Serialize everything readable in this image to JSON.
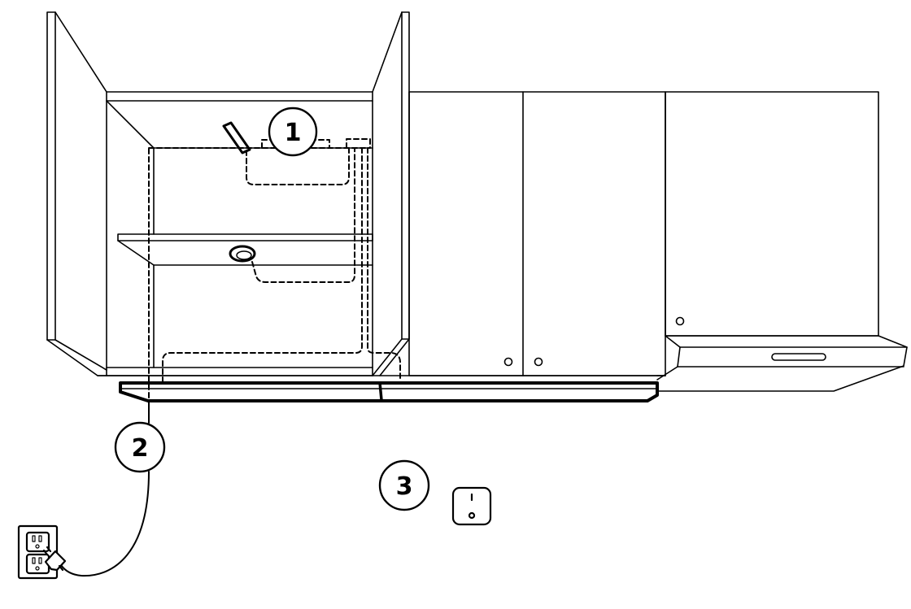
{
  "diagram": {
    "type": "installation-illustration",
    "subject": "under-cabinet lighting installation",
    "colors": {
      "line": "#000000",
      "background": "#ffffff"
    },
    "callouts": [
      {
        "id": "1",
        "label": "1",
        "target": "light-fixtures-and-wiring-inside-cabinet"
      },
      {
        "id": "2",
        "label": "2",
        "target": "power-cord-to-wall-outlet"
      },
      {
        "id": "3",
        "label": "3",
        "target": "rocker-switch"
      }
    ],
    "components": [
      "open-wall-cabinet",
      "closed-wall-cabinet",
      "range-hood",
      "under-cabinet-light-bar",
      "wall-outlet",
      "plug",
      "rocker-switch"
    ],
    "icons": {
      "outlet": "duplex-outlet-icon",
      "plug": "plug-icon",
      "switch": "rocker-switch-icon"
    }
  }
}
